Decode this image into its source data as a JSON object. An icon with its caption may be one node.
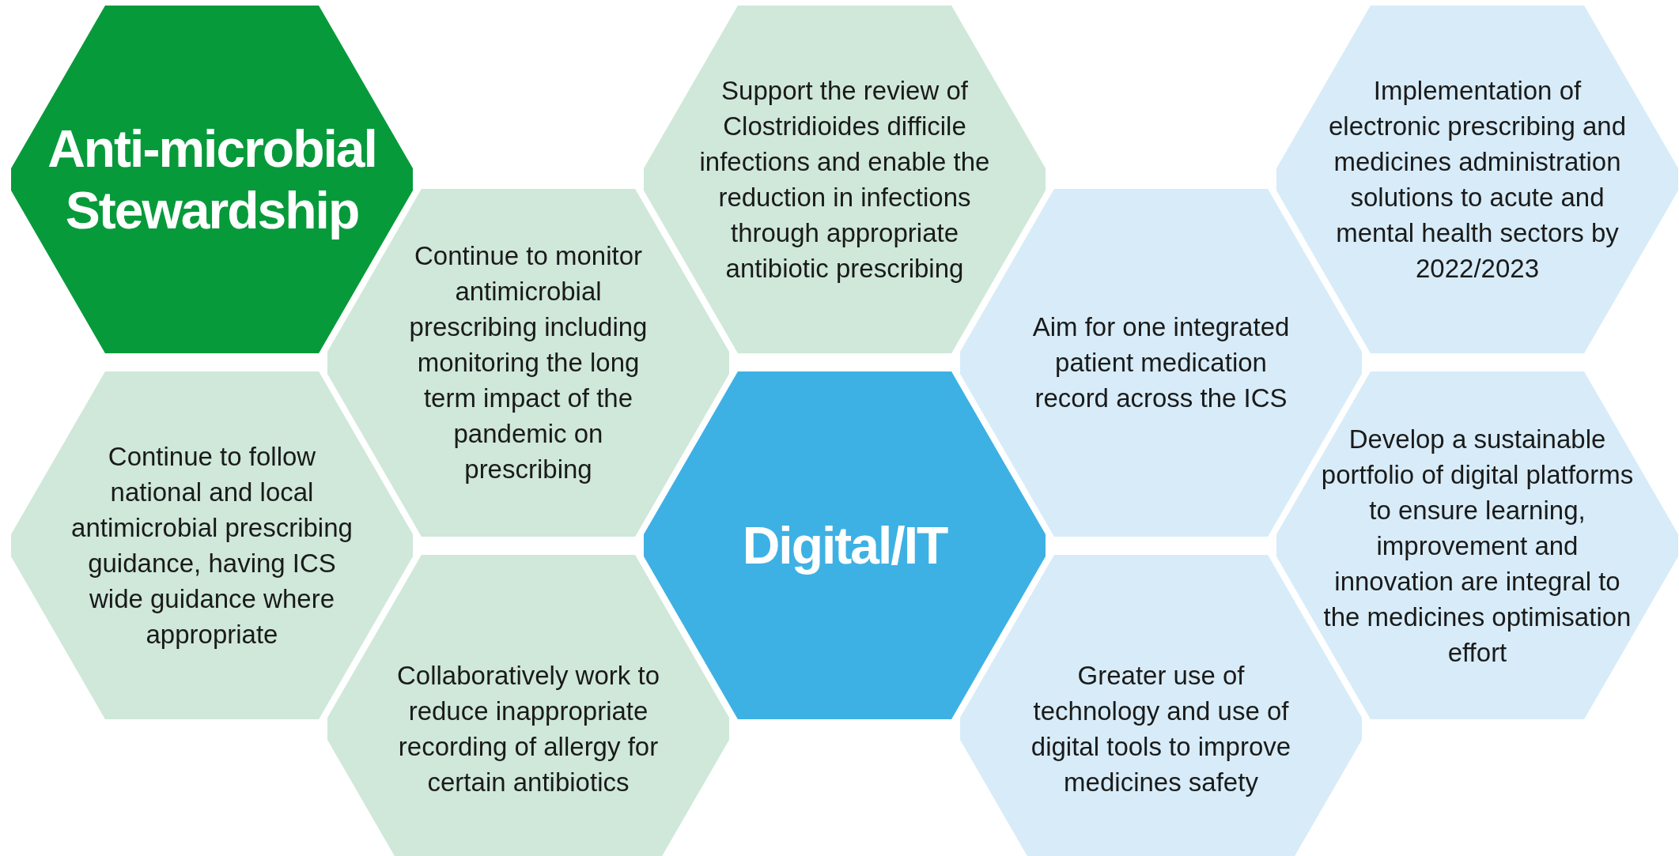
{
  "diagram": {
    "nodes": [
      {
        "text": [
          "Anti-microbial Stewardship"
        ]
      },
      {
        "text": [
          "Continue to monitor antimicrobial prescribing including monitoring the long term impact of the pandemic on prescribing"
        ]
      },
      {
        "text": [
          "Continue to follow national and local antimicrobial prescribing guidance, having ICS wide guidance where appropriate"
        ]
      },
      {
        "text": [
          "Collaboratively work to reduce inappropriate recording of allergy for certain antibiotics"
        ]
      },
      {
        "text": [
          "Support the review of Clostridioides difficile infections and enable the reduction in infections through appropriate antibiotic prescribing"
        ]
      },
      {
        "text": [
          "Digital/IT"
        ]
      },
      {
        "text": [
          "Implementation of electronic prescribing and medicines administration solutions to acute and mental health sectors by 2022/2023"
        ]
      },
      {
        "text": [
          "Aim for one integrated patient medication record across the ICS"
        ]
      },
      {
        "text": [
          "Develop a sustainable portfolio of digital platforms to ensure learning, improvement and innovation are integral to the medicines optimisation effort"
        ]
      },
      {
        "text": [
          "Greater use of technology and use of digital tools to improve medicines safety"
        ]
      }
    ]
  }
}
